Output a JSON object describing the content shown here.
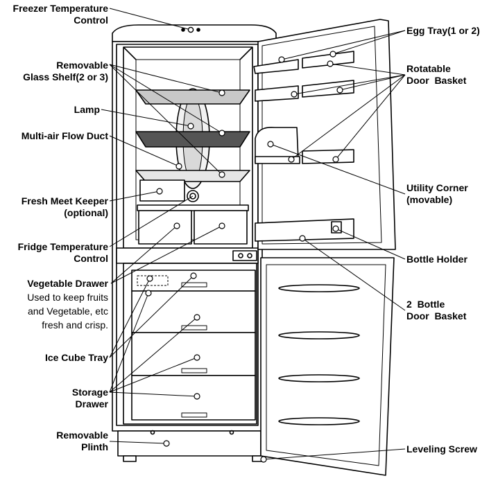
{
  "labels": {
    "freezer_temperature_control": [
      "Freezer Temperature",
      "Control"
    ],
    "removable_glass_shelf": [
      "Removable",
      "Glass Shelf(2 or 3)"
    ],
    "lamp": [
      "Lamp"
    ],
    "multi_air_flow_duct": [
      "Multi-air Flow Duct"
    ],
    "fresh_meet_keeper": [
      "Fresh Meet Keeper",
      "(optional)"
    ],
    "fridge_temperature_control": [
      "Fridge Temperature",
      "Control"
    ],
    "vegetable_drawer": {
      "title": "Vegetable Drawer",
      "description": [
        "Used to keep fruits",
        "and Vegetable, etc",
        "fresh and crisp."
      ]
    },
    "ice_cube_tray": [
      "Ice Cube Tray"
    ],
    "storage_drawer": [
      "Storage",
      "Drawer"
    ],
    "removable_plinth": [
      "Removable",
      "Plinth"
    ],
    "egg_tray": [
      "Egg Tray(1 or 2)"
    ],
    "rotatable_door_basket": [
      "Rotatable",
      "Door  Basket"
    ],
    "utility_corner": [
      "Utility Corner",
      "(movable)"
    ],
    "bottle_holder": [
      "Bottle Holder"
    ],
    "bottle_door_basket": [
      "2  Bottle",
      "Door  Basket"
    ],
    "leveling_screw": [
      "Leveling Screw"
    ]
  }
}
